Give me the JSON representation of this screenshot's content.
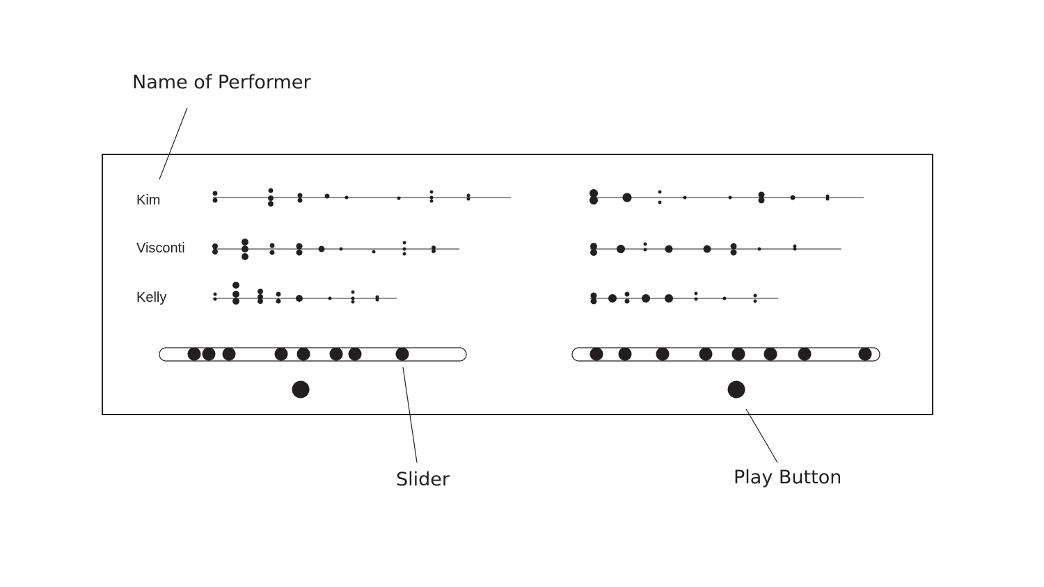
{
  "annotations": {
    "performer_name": "Name of Performer",
    "slider": "Slider",
    "play_button": "Play Button"
  },
  "performers": [
    {
      "name": "Kim"
    },
    {
      "name": "Visconti"
    },
    {
      "name": "Kelly"
    }
  ],
  "colors": {
    "ink": "#231f20",
    "background": "#ffffff"
  },
  "icons": {
    "play_button": "filled-circle-play-icon",
    "slider_marker": "filled-circle-marker-icon"
  }
}
